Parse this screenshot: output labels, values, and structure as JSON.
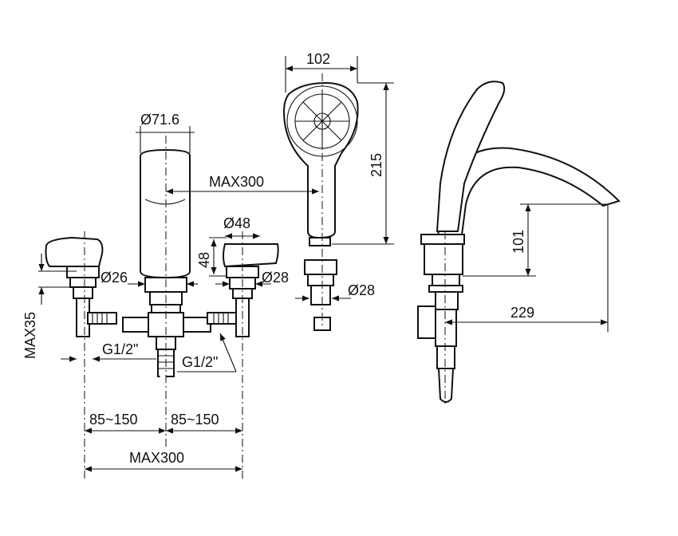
{
  "dimensions": {
    "shower_head_width": "102",
    "shower_head_height": "215",
    "spout_diameter": "Ø71.6",
    "hose_max_length": "MAX300",
    "handle_diameter": "Ø48",
    "handle_height": "48",
    "valve_diameter": "Ø26",
    "handle_shank_diameter": "Ø28",
    "holder_diameter": "Ø28",
    "max_deck_thickness": "MAX35",
    "thread_left": "G1/2\"",
    "thread_right": "G1/2\"",
    "spacing_left": "85~150",
    "spacing_right": "85~150",
    "overall_max_spacing": "MAX300",
    "spout_height": "101",
    "spout_reach": "229"
  },
  "colors": {
    "line": "#111111",
    "background": "#ffffff"
  }
}
